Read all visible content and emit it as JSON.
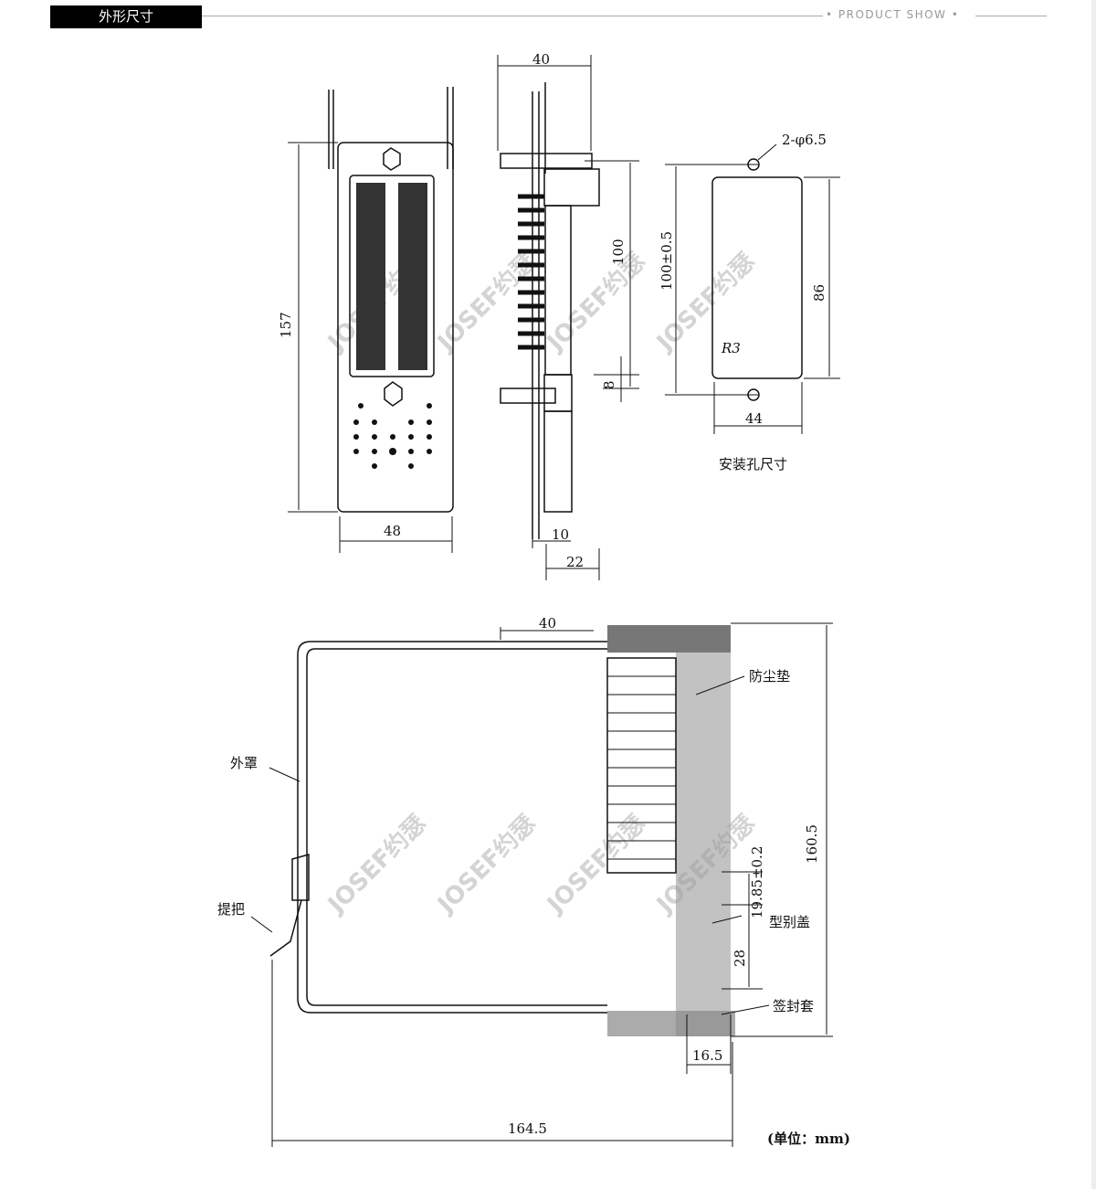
{
  "header": {
    "title": "外形尺寸",
    "tagline": "• PRODUCT SHOW •"
  },
  "front_view": {
    "height": "157",
    "width": "48"
  },
  "side_view": {
    "top_width": "40",
    "height": "100",
    "offset": "8",
    "depth_a": "10",
    "depth_b": "22"
  },
  "mounting": {
    "holes": "2-φ6.5",
    "hole_spacing": "100±0.5",
    "height": "86",
    "radius": "R3",
    "width": "44",
    "caption": "安装孔尺寸"
  },
  "section_view": {
    "top_dim": "40",
    "height": "160.5",
    "cover_offset": "19.85±0.2",
    "cover_height": "28",
    "base_depth": "16.5",
    "length": "164.5",
    "unit": "(单位：mm)",
    "labels": {
      "dust_pad": "防尘垫",
      "outer_cover": "外罩",
      "handle": "提把",
      "type_cover": "型别盖",
      "seal_sleeve": "签封套"
    }
  },
  "watermark": "JOSEF约瑟"
}
